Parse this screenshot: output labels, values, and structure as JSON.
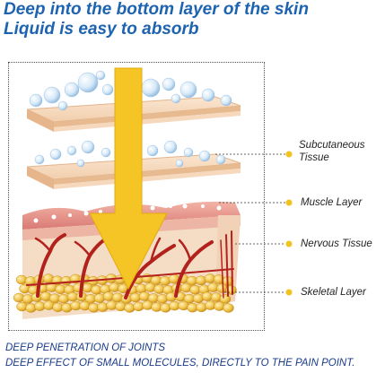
{
  "heading": {
    "line1": "Deep into the bottom layer of the skin",
    "line2": "Liquid is easy to absorb"
  },
  "layers": [
    {
      "label_line1": "Subcutaneous",
      "label_line2": "Tissue"
    },
    {
      "label_line1": "Muscle Layer"
    },
    {
      "label_line1": "Nervous Tissue"
    },
    {
      "label_line1": "Skeletal Layer"
    }
  ],
  "footer": {
    "line1": "DEEP PENETRATION OF JOINTS",
    "line2": "DEEP EFFECT OF SMALL MOLECULES, DIRECTLY TO THE PAIN POINT."
  },
  "colors": {
    "heading": "#1d63b0",
    "arrow": "#f5c425",
    "skin": "#f3d3b5",
    "muscle": "#e38f8a",
    "nerve": "#b3211d",
    "bone": "#e8b63a",
    "leader_dot": "#f2c31c"
  }
}
